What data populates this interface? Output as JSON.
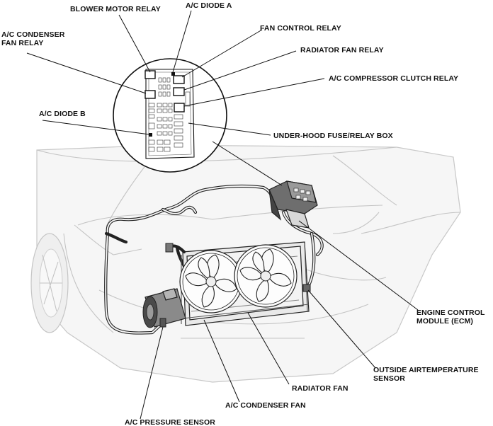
{
  "diagram": {
    "labels": {
      "blower_motor_relay": "BLOWER MOTOR RELAY",
      "ac_diode_a": "A/C DIODE A",
      "ac_condenser_fan_relay_line1": "A/C CONDENSER",
      "ac_condenser_fan_relay_line2": "FAN RELAY",
      "fan_control_relay": "FAN CONTROL RELAY",
      "radiator_fan_relay": "RADIATOR FAN RELAY",
      "ac_compressor_clutch_relay": "A/C COMPRESSOR CLUTCH RELAY",
      "ac_diode_b": "A/C DIODE B",
      "under_hood_fuse_relay_box": "UNDER-HOOD FUSE/RELAY BOX",
      "engine_control_module_line1": "ENGINE CONTROL",
      "engine_control_module_line2": "MODULE (ECM)",
      "outside_air_temperature_sensor_line1": "OUTSIDE AIRTEMPERATURE",
      "outside_air_temperature_sensor_line2": "SENSOR",
      "radiator_fan": "RADIATOR FAN",
      "ac_condenser_fan": "A/C CONDENSER FAN",
      "ac_pressure_sensor": "A/C PRESSURE SENSOR"
    }
  }
}
